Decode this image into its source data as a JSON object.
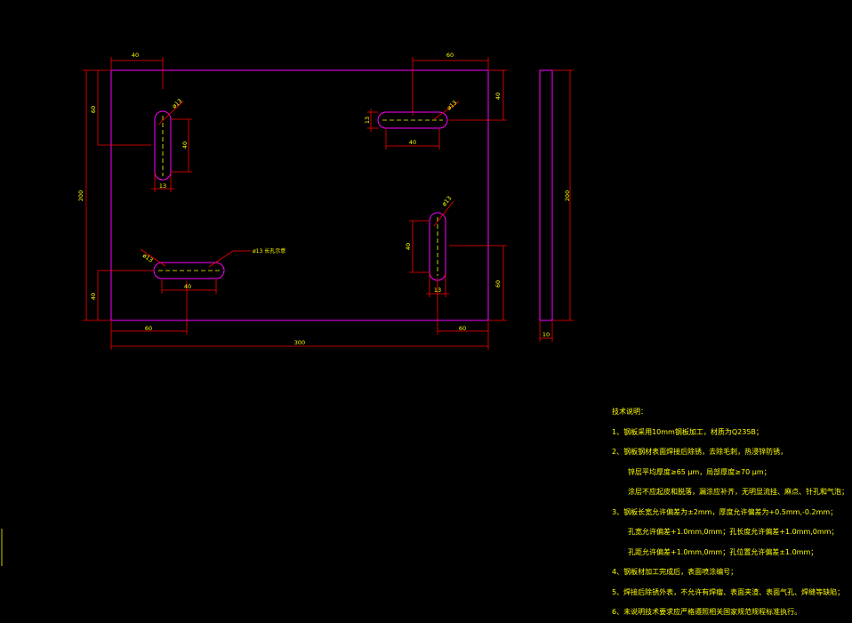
{
  "dims": {
    "top_left_40": "40",
    "top_right_60": "60",
    "left_60": "60",
    "right_40": "40",
    "height_200": "200",
    "left_bottom_40": "40",
    "right_bottom_60": "60",
    "bottom_left_60": "60",
    "bottom_right_60": "60",
    "width_300": "300",
    "side_200": "200",
    "thickness_10": "10",
    "slot1_40": "40",
    "slot1_13": "13",
    "slot2_13": "13",
    "slot2_40": "40",
    "slot3_40": "40",
    "slot4_40": "40",
    "slot4_13": "13",
    "r1": "ø13",
    "r2": "ø13",
    "r3": "ø13",
    "r4": "ø13",
    "slot3_note": "ø13 长孔示意"
  },
  "notes": {
    "title": "技术说明：",
    "n1": "1、钢板采用10mm钢板加工，材质为Q235B；",
    "n2": "2、钢板钢材表面焊接后除锈，去除毛刺，热浸锌防锈，",
    "n2a": "锌层平均厚度≥65 μm，局部厚度≥70 μm；",
    "n2b": "涂层不应起皮和脱落，漏涂应补齐，无明显流挂、麻点、针孔和气泡；",
    "n3": "3、钢板长宽允许偏差为±2mm，厚度允许偏差为+0.5mm,-0.2mm；",
    "n3a": "孔宽允许偏差+1.0mm,0mm；孔长度允许偏差+1.0mm,0mm；",
    "n3b": "孔距允许偏差+1.0mm,0mm；孔位置允许偏差±1.0mm；",
    "n4": "4、钢板材加工完成后，表面喷涂编号；",
    "n5": "5、焊接后除锈外表，不允许有焊瘤、表面夹渣、表面气孔、焊缝等缺陷；",
    "n6": "6、未说明技术要求应严格遵照相关国家规范规程标准执行。"
  }
}
